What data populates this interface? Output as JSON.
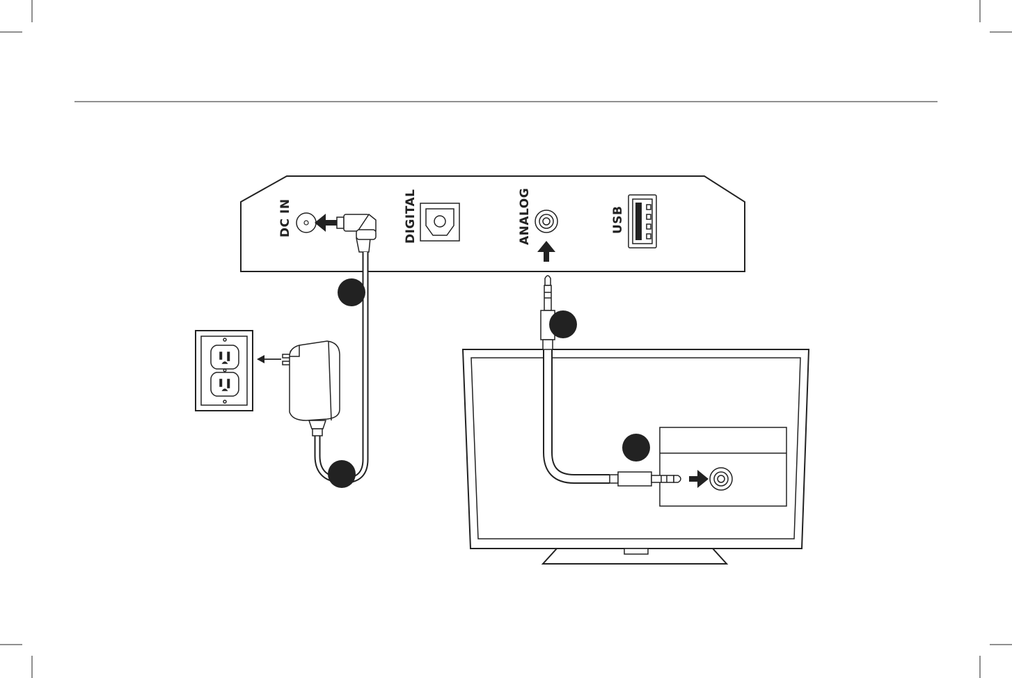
{
  "device_panel": {
    "ports": [
      {
        "id": "dc-in",
        "label": "DC IN",
        "icon": "dc-power-jack-icon"
      },
      {
        "id": "digital",
        "label": "DIGITAL",
        "icon": "optical-port-icon"
      },
      {
        "id": "analog",
        "label": "ANALOG",
        "icon": "aux-jack-icon"
      },
      {
        "id": "usb",
        "label": "USB",
        "icon": "usb-port-icon"
      }
    ]
  },
  "devices": {
    "wall_outlet": {
      "icon": "wall-outlet-icon"
    },
    "power_adapter": {
      "icon": "power-adapter-icon"
    },
    "tv": {
      "icon": "tv-icon"
    }
  },
  "colors": {
    "line": "#222222",
    "marker": "#222222",
    "cable_inner": "#ffffff",
    "background": "#ffffff"
  }
}
